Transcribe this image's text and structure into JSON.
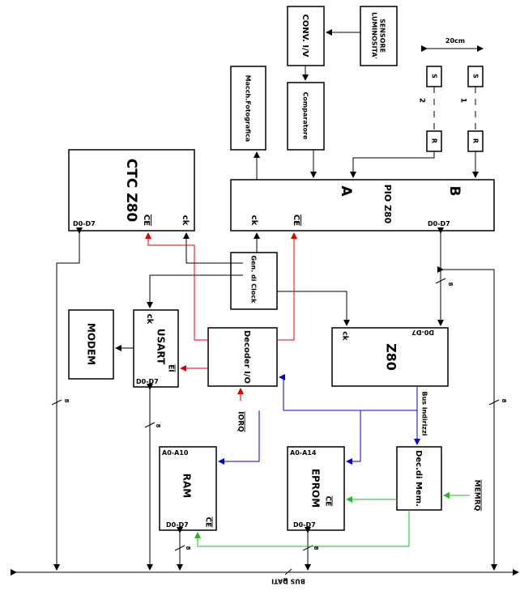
{
  "blocks": {
    "ctc": {
      "title": "CTC Z80",
      "d0d7": "D0-D7",
      "ce": "CE",
      "ck": "ck"
    },
    "pio": {
      "title": "PIO Z80",
      "a": "A",
      "b": "B",
      "ck": "ck",
      "ce": "CE",
      "d0d7": "D0-D7"
    },
    "conv": {
      "title": "CONV. I/V"
    },
    "sensore": {
      "line1": "SENSORE",
      "line2": "LUMINOSITA'"
    },
    "macch": {
      "title": "Macch.Fotografica"
    },
    "comparatore": {
      "title": "Comparatore"
    },
    "gen_clock": {
      "title": "Gen. di Clock"
    },
    "decoder_io": {
      "title": "Decoder I/O"
    },
    "usart": {
      "title": "USART",
      "ck": "ck",
      "ei": "EI",
      "d0d7": "D0-D7"
    },
    "modem": {
      "title": "MODEM"
    },
    "z80": {
      "title": "Z80",
      "ck": "ck",
      "d0d7": "D0-D7"
    },
    "ram": {
      "title": "RAM",
      "addr": "A0-A10",
      "ce": "CE",
      "d0d7": "D0-D7"
    },
    "eprom": {
      "title": "EPROM",
      "addr": "A0-A14",
      "ce": "CE",
      "d0d7": "D0-D7"
    },
    "dec_mem": {
      "title": "Dec.di Mem."
    },
    "s1": {
      "label": "S"
    },
    "s2": {
      "label": "S"
    },
    "r1": {
      "label": "R"
    },
    "r2": {
      "label": "R"
    }
  },
  "labels": {
    "num1": "1",
    "num2": "2",
    "distance": "20cm",
    "bus_dati": "BUS DATI",
    "bus_indirizzi": "Bus indirizzi",
    "iorq": "IORQ",
    "memrq": "MEMRQ",
    "bus_width": "8"
  },
  "colors": {
    "line": "#000000",
    "red": "#e00000",
    "blue": "#0000cc",
    "green": "#22bb22"
  }
}
